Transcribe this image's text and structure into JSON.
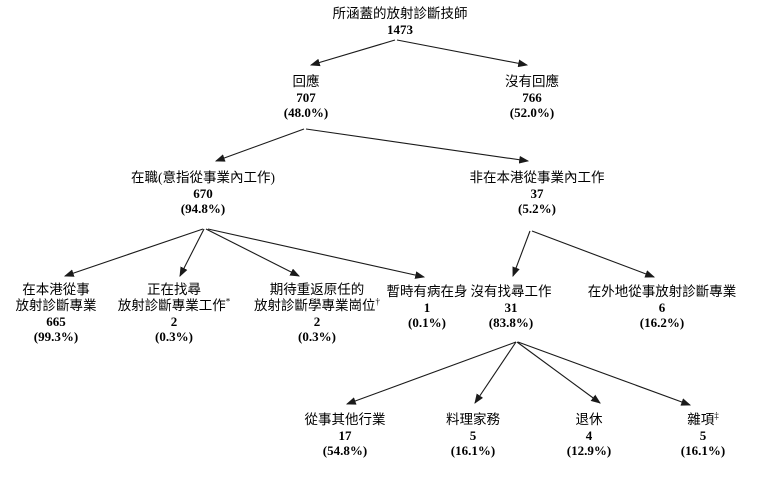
{
  "page": {
    "background": "#ffffff",
    "text_color": "#000000",
    "arrow_color": "#1a1a1a"
  },
  "nodes": {
    "total": {
      "label": "所涵蓋的放射診斷技師",
      "count": "1473"
    },
    "responded": {
      "label": "回應",
      "count": "707",
      "pct": "(48.0%)"
    },
    "not_responded": {
      "label": "沒有回應",
      "count": "766",
      "pct": "(52.0%)"
    },
    "employed": {
      "label": "在職(意指從事業內工作)",
      "count": "670",
      "pct": "(94.8%)"
    },
    "not_in_hk_profession": {
      "label": "非在本港從事業內工作",
      "count": "37",
      "pct": "(5.2%)"
    },
    "practising_in_hk": {
      "label1": "在本港從事",
      "label2": "放射診斷專業",
      "count": "665",
      "pct": "(99.3%)"
    },
    "seeking_job": {
      "label1": "正在找尋",
      "label2": "放射診斷專業工作",
      "footnote": "*",
      "count": "2",
      "pct": "(0.3%)"
    },
    "awaiting_return": {
      "label1": "期待重返原任的",
      "label2": "放射診斷學專業崗位",
      "footnote": "†",
      "count": "2",
      "pct": "(0.3%)"
    },
    "temporarily_ill": {
      "label": "暫時有病在身",
      "count": "1",
      "pct": "(0.1%)"
    },
    "not_seeking_work": {
      "label": "沒有找尋工作",
      "count": "31",
      "pct": "(83.8%)"
    },
    "practising_overseas": {
      "label": "在外地從事放射診斷專業",
      "count": "6",
      "pct": "(16.2%)"
    },
    "other_industry": {
      "label": "從事其他行業",
      "count": "17",
      "pct": "(54.8%)"
    },
    "housekeeping": {
      "label": "料理家務",
      "count": "5",
      "pct": "(16.1%)"
    },
    "retired": {
      "label": "退休",
      "count": "4",
      "pct": "(12.9%)"
    },
    "miscellaneous": {
      "label": "雜項",
      "footnote": "‡",
      "count": "5",
      "pct": "(16.1%)"
    }
  }
}
